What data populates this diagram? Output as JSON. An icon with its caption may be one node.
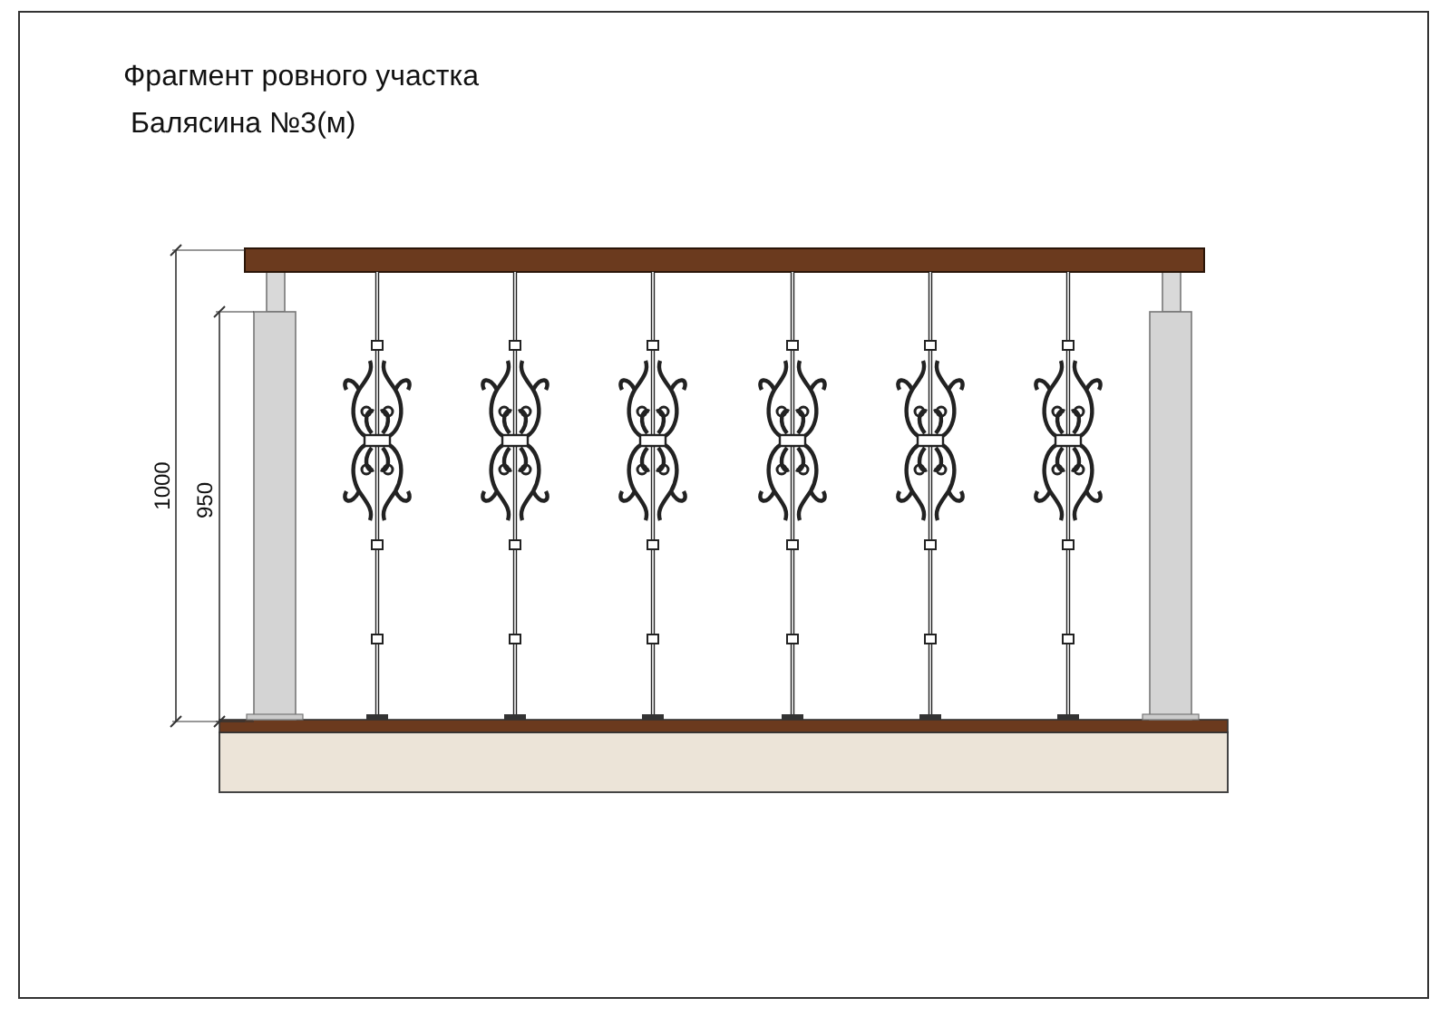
{
  "diagram": {
    "title": "Фрагмент ровного участка",
    "labels": [
      "Балясина №3(м)",
      "1000",
      "950"
    ]
  }
}
